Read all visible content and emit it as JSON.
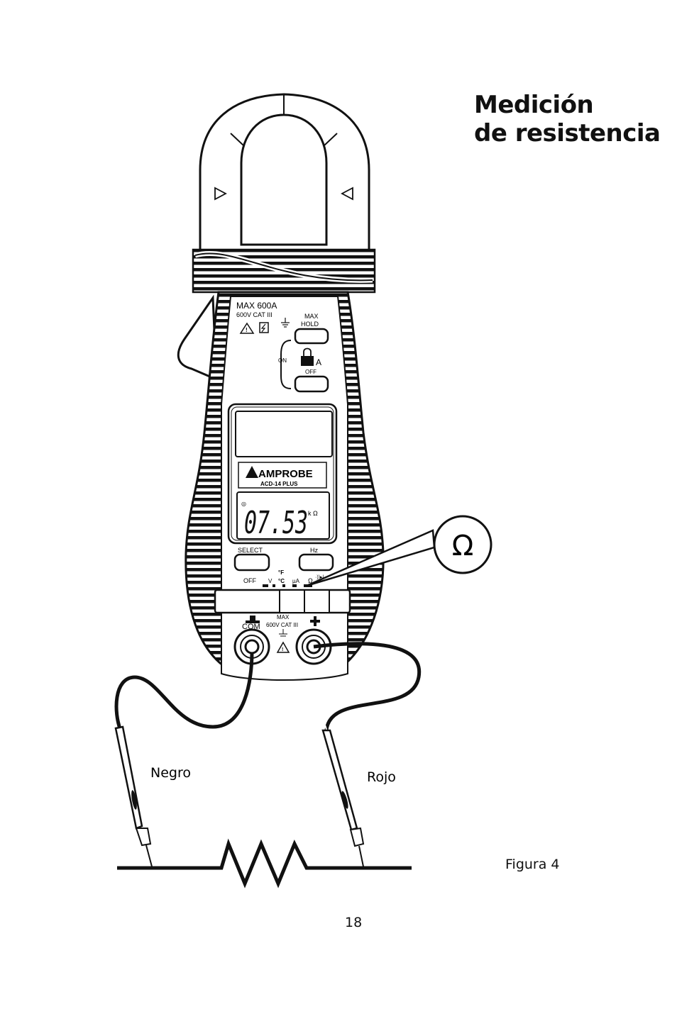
{
  "page": {
    "title_line1": "Medición",
    "title_line2": "de resistencia",
    "figure_caption": "Figura 4",
    "page_number": "18"
  },
  "meter": {
    "max_current": "MAX 600A",
    "voltage_rating": "600V CAT III",
    "max_hold_line1": "MAX",
    "max_hold_line2": "HOLD",
    "jaw_on": "ON",
    "jaw_off": "OFF",
    "brand": "AMPROBE",
    "model": "ACD-14 PLUS",
    "display_reading": "07.53",
    "display_unit": "k Ω",
    "select_label": "SELECT",
    "hz_label": "Hz",
    "dial_off": "OFF",
    "dial_v": "V",
    "dial_temp_f": "°F",
    "dial_temp_c": "°C",
    "dial_ua": "µA",
    "dial_ohm": "Ω",
    "com_label": "COM",
    "input_max": "MAX",
    "input_rating": "600V CAT III",
    "callout_symbol": "Ω"
  },
  "leads": {
    "black": "Negro",
    "red": "Rojo"
  }
}
